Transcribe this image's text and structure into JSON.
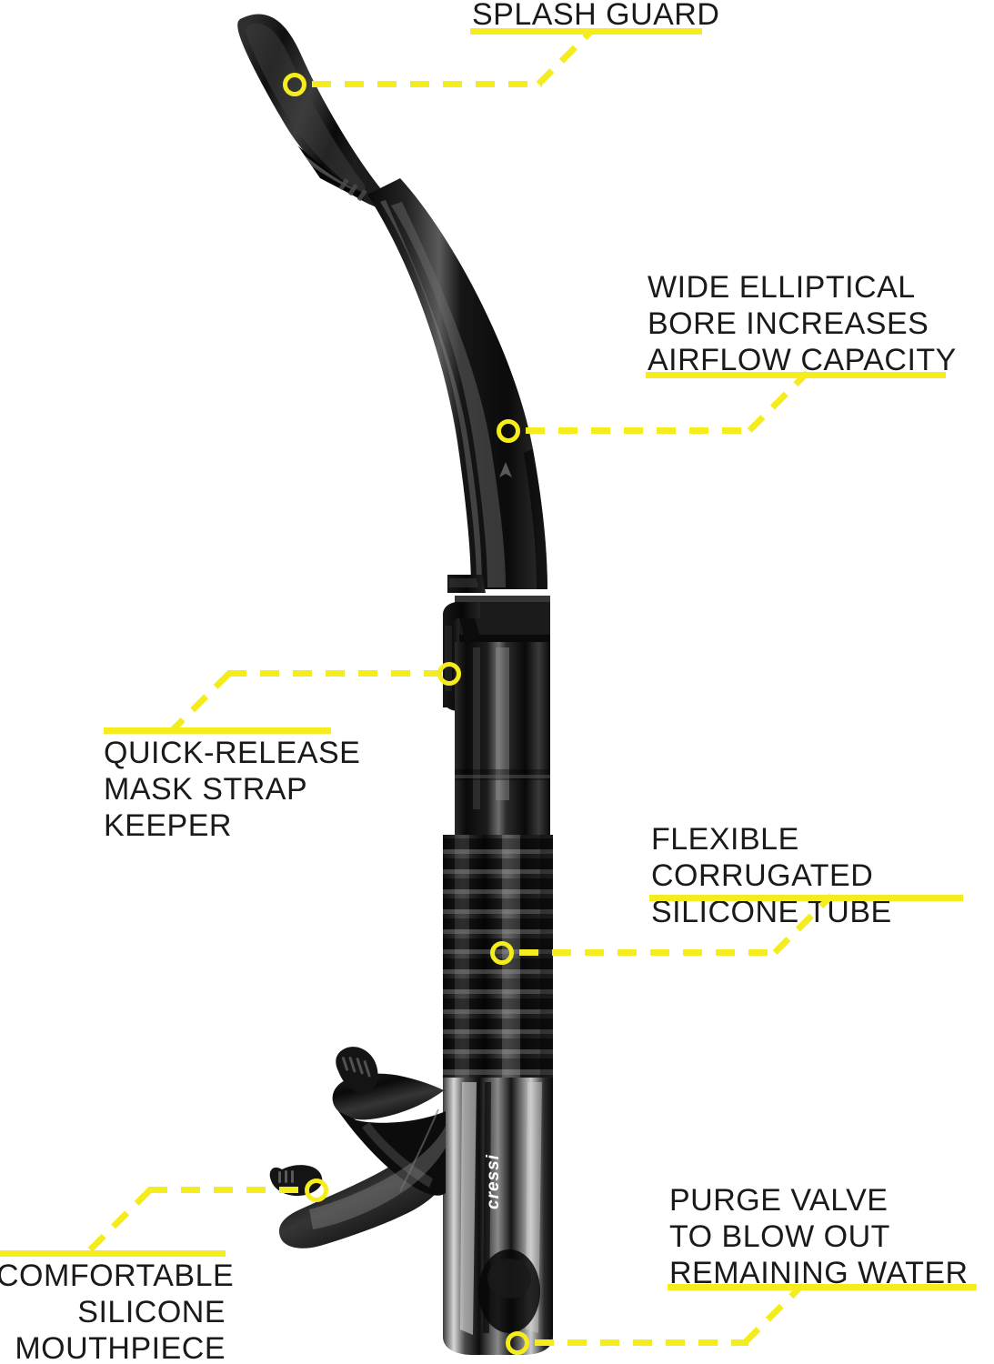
{
  "product": {
    "brand_label": "cressi",
    "body_color": "#111111",
    "accent_color": "#F5EC1E",
    "text_color": "#1a1a1a"
  },
  "callouts": [
    {
      "id": "splash-guard",
      "label": "SPLASH GUARD",
      "align": "left",
      "rule_position": "below"
    },
    {
      "id": "airflow",
      "label": "WIDE ELLIPTICAL\nBORE INCREASES\nAIRFLOW CAPACITY",
      "align": "left",
      "rule_position": "below"
    },
    {
      "id": "mask-strap-keeper",
      "label": "QUICK-RELEASE\nMASK STRAP\nKEEPER",
      "align": "left",
      "rule_position": "above"
    },
    {
      "id": "silicone-tube",
      "label": "FLEXIBLE CORRUGATED\nSILICONE TUBE",
      "align": "left",
      "rule_position": "below"
    },
    {
      "id": "purge-valve",
      "label": "PURGE VALVE\nTO BLOW OUT\nREMAINING WATER",
      "align": "left",
      "rule_position": "below"
    },
    {
      "id": "mouthpiece",
      "label": "COMFORTABLE\nSILICONE\nMOUTHPIECE",
      "align": "right",
      "rule_position": "above"
    }
  ]
}
